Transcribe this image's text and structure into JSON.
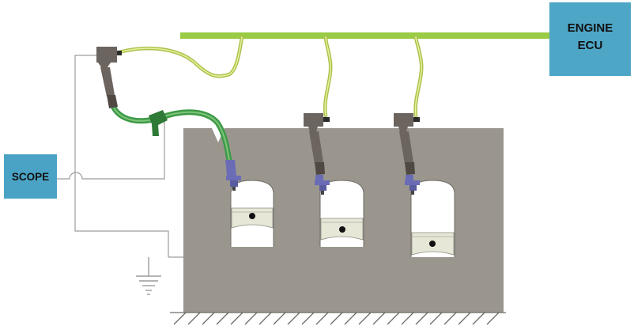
{
  "labels": {
    "scope": "SCOPE",
    "ecu_line1": "ENGINE",
    "ecu_line2": "ECU"
  },
  "colors": {
    "box_fill": "#4aa3c5",
    "ecu_fill": "#4ea6c6",
    "block_fill": "#9a968e",
    "block_edge": "#6f6c66",
    "harness": "#9acb45",
    "wire_outer": "#a9c24d",
    "wire_inner": "#e7ef9a",
    "hose": "#3e9a47",
    "coil": "#6c645e",
    "plug_tip": "#6a6cb5",
    "cylinder": "#ffffff",
    "piston": "#e7e7d8",
    "ground_wire": "#9c9c9c"
  },
  "icons": [
    "ground-symbol-icon"
  ]
}
